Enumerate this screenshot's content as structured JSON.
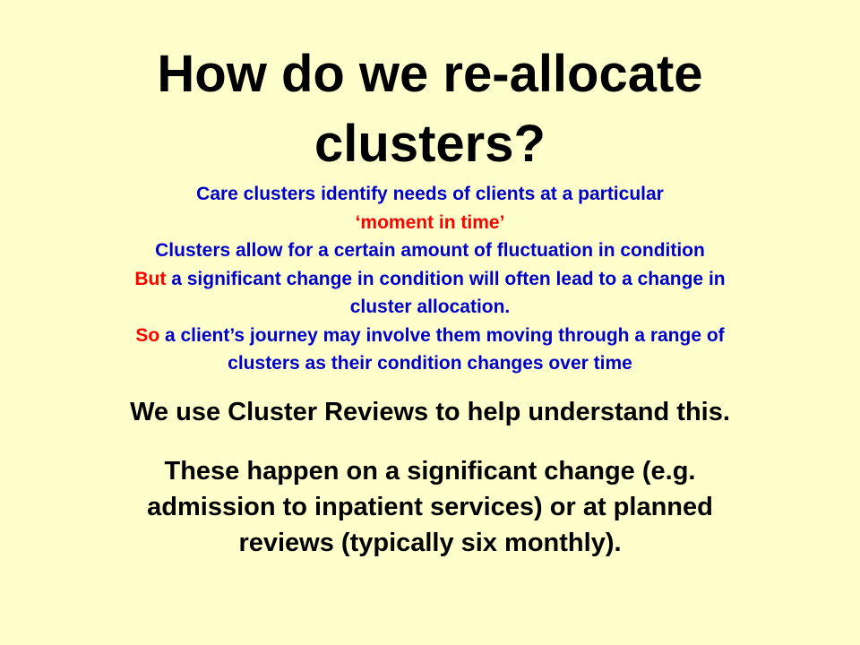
{
  "slide": {
    "title_lines": [
      "How do we re-allocate",
      "clusters?"
    ],
    "points": {
      "line1": "Care clusters identify needs of clients at a particular",
      "line2": "‘moment in time’",
      "line3": "Clusters allow for a certain amount of fluctuation in condition",
      "line4_prefix": "But",
      "line4_text": " a significant change in condition will often lead to a change in",
      "line5": "cluster allocation.",
      "line6_prefix": "So",
      "line6_text": " a client’s journey may involve them moving through a range of",
      "line7": "clusters as their condition changes over time"
    },
    "lead_1": "We use Cluster Reviews to help understand this.",
    "lead_2_lines": [
      "These happen on a significant change (e.g.",
      "admission to inpatient services) or at planned",
      "reviews (typically six monthly)."
    ]
  },
  "colors": {
    "background": "#ffffcc",
    "emphasis_blue": "#0000cc",
    "emphasis_red": "#ff0000",
    "text": "#000000"
  }
}
